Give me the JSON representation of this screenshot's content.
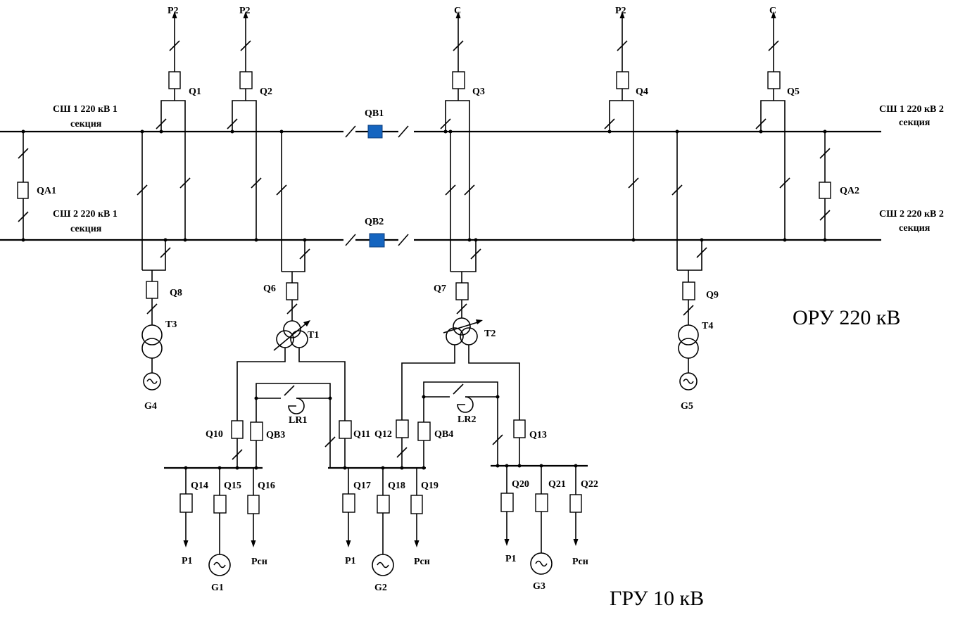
{
  "colors": {
    "line": "#000000",
    "sectional_breaker": "#1565c0",
    "background": "#ffffff"
  },
  "bus": {
    "sh1_left": [
      "СШ 1 220 кВ 1",
      "секция"
    ],
    "sh1_right": [
      "СШ 1 220 кВ 2",
      "секция"
    ],
    "sh2_left": [
      "СШ 2 220 кВ 1",
      "секция"
    ],
    "sh2_right": [
      "СШ 2 220 кВ 2",
      "секция"
    ]
  },
  "sections": {
    "oru": "ОРУ 220 кВ",
    "gru": "ГРУ 10 кВ"
  },
  "lines": [
    "P2",
    "P2",
    "C",
    "P2",
    "C"
  ],
  "breakers": {
    "Q1": "Q1",
    "Q2": "Q2",
    "Q3": "Q3",
    "Q4": "Q4",
    "Q5": "Q5",
    "QB1": "QB1",
    "QB2": "QB2",
    "QA1": "QA1",
    "QA2": "QA2",
    "Q6": "Q6",
    "Q7": "Q7",
    "Q8": "Q8",
    "Q9": "Q9",
    "Q10": "Q10",
    "Q11": "Q11",
    "Q12": "Q12",
    "Q13": "Q13",
    "QB3": "QB3",
    "QB4": "QB4",
    "Q14": "Q14",
    "Q15": "Q15",
    "Q16": "Q16",
    "Q17": "Q17",
    "Q18": "Q18",
    "Q19": "Q19",
    "Q20": "Q20",
    "Q21": "Q21",
    "Q22": "Q22"
  },
  "transformers": {
    "T1": "T1",
    "T2": "T2",
    "T3": "T3",
    "T4": "T4"
  },
  "reactors": {
    "LR1": "LR1",
    "LR2": "LR2"
  },
  "generators": {
    "G1": "G1",
    "G2": "G2",
    "G3": "G3",
    "G4": "G4",
    "G5": "G5"
  },
  "loads": {
    "p1": "P1",
    "rsn": "Рсн"
  }
}
